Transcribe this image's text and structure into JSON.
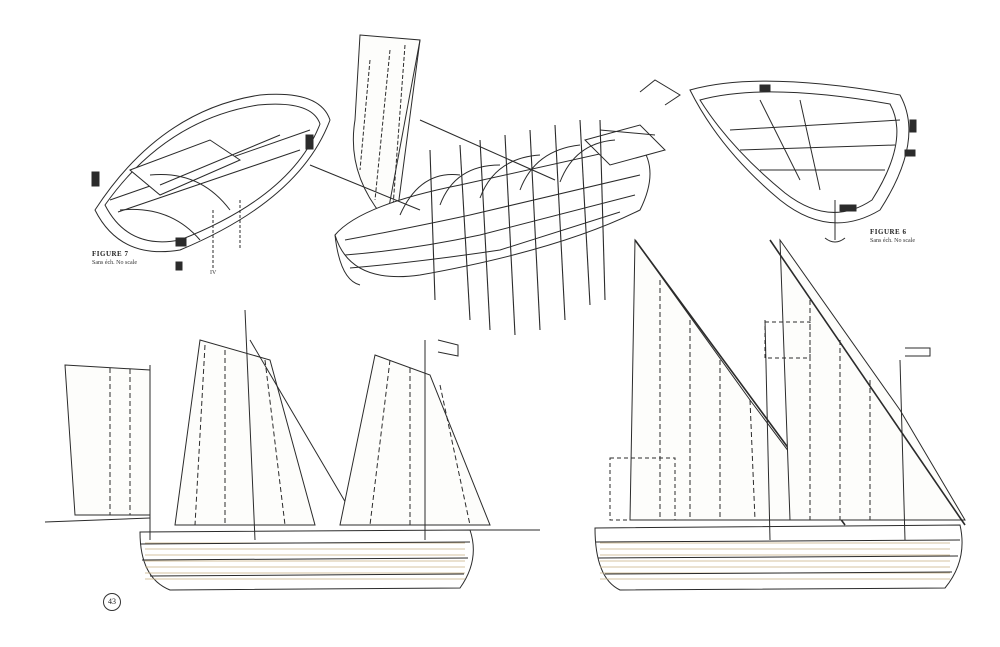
{
  "figures": {
    "figure7": {
      "title": "FIGURE 7",
      "subtitle": "Sans éch. No scale",
      "marker": "IV"
    },
    "figure6": {
      "title": "FIGURE 6",
      "subtitle": "Sans éch. No scale"
    }
  },
  "page_number": "43",
  "colors": {
    "ink": "#2b2b2b",
    "hull_plank": "#c9b48a",
    "sail_fill": "#fdfdfb"
  }
}
